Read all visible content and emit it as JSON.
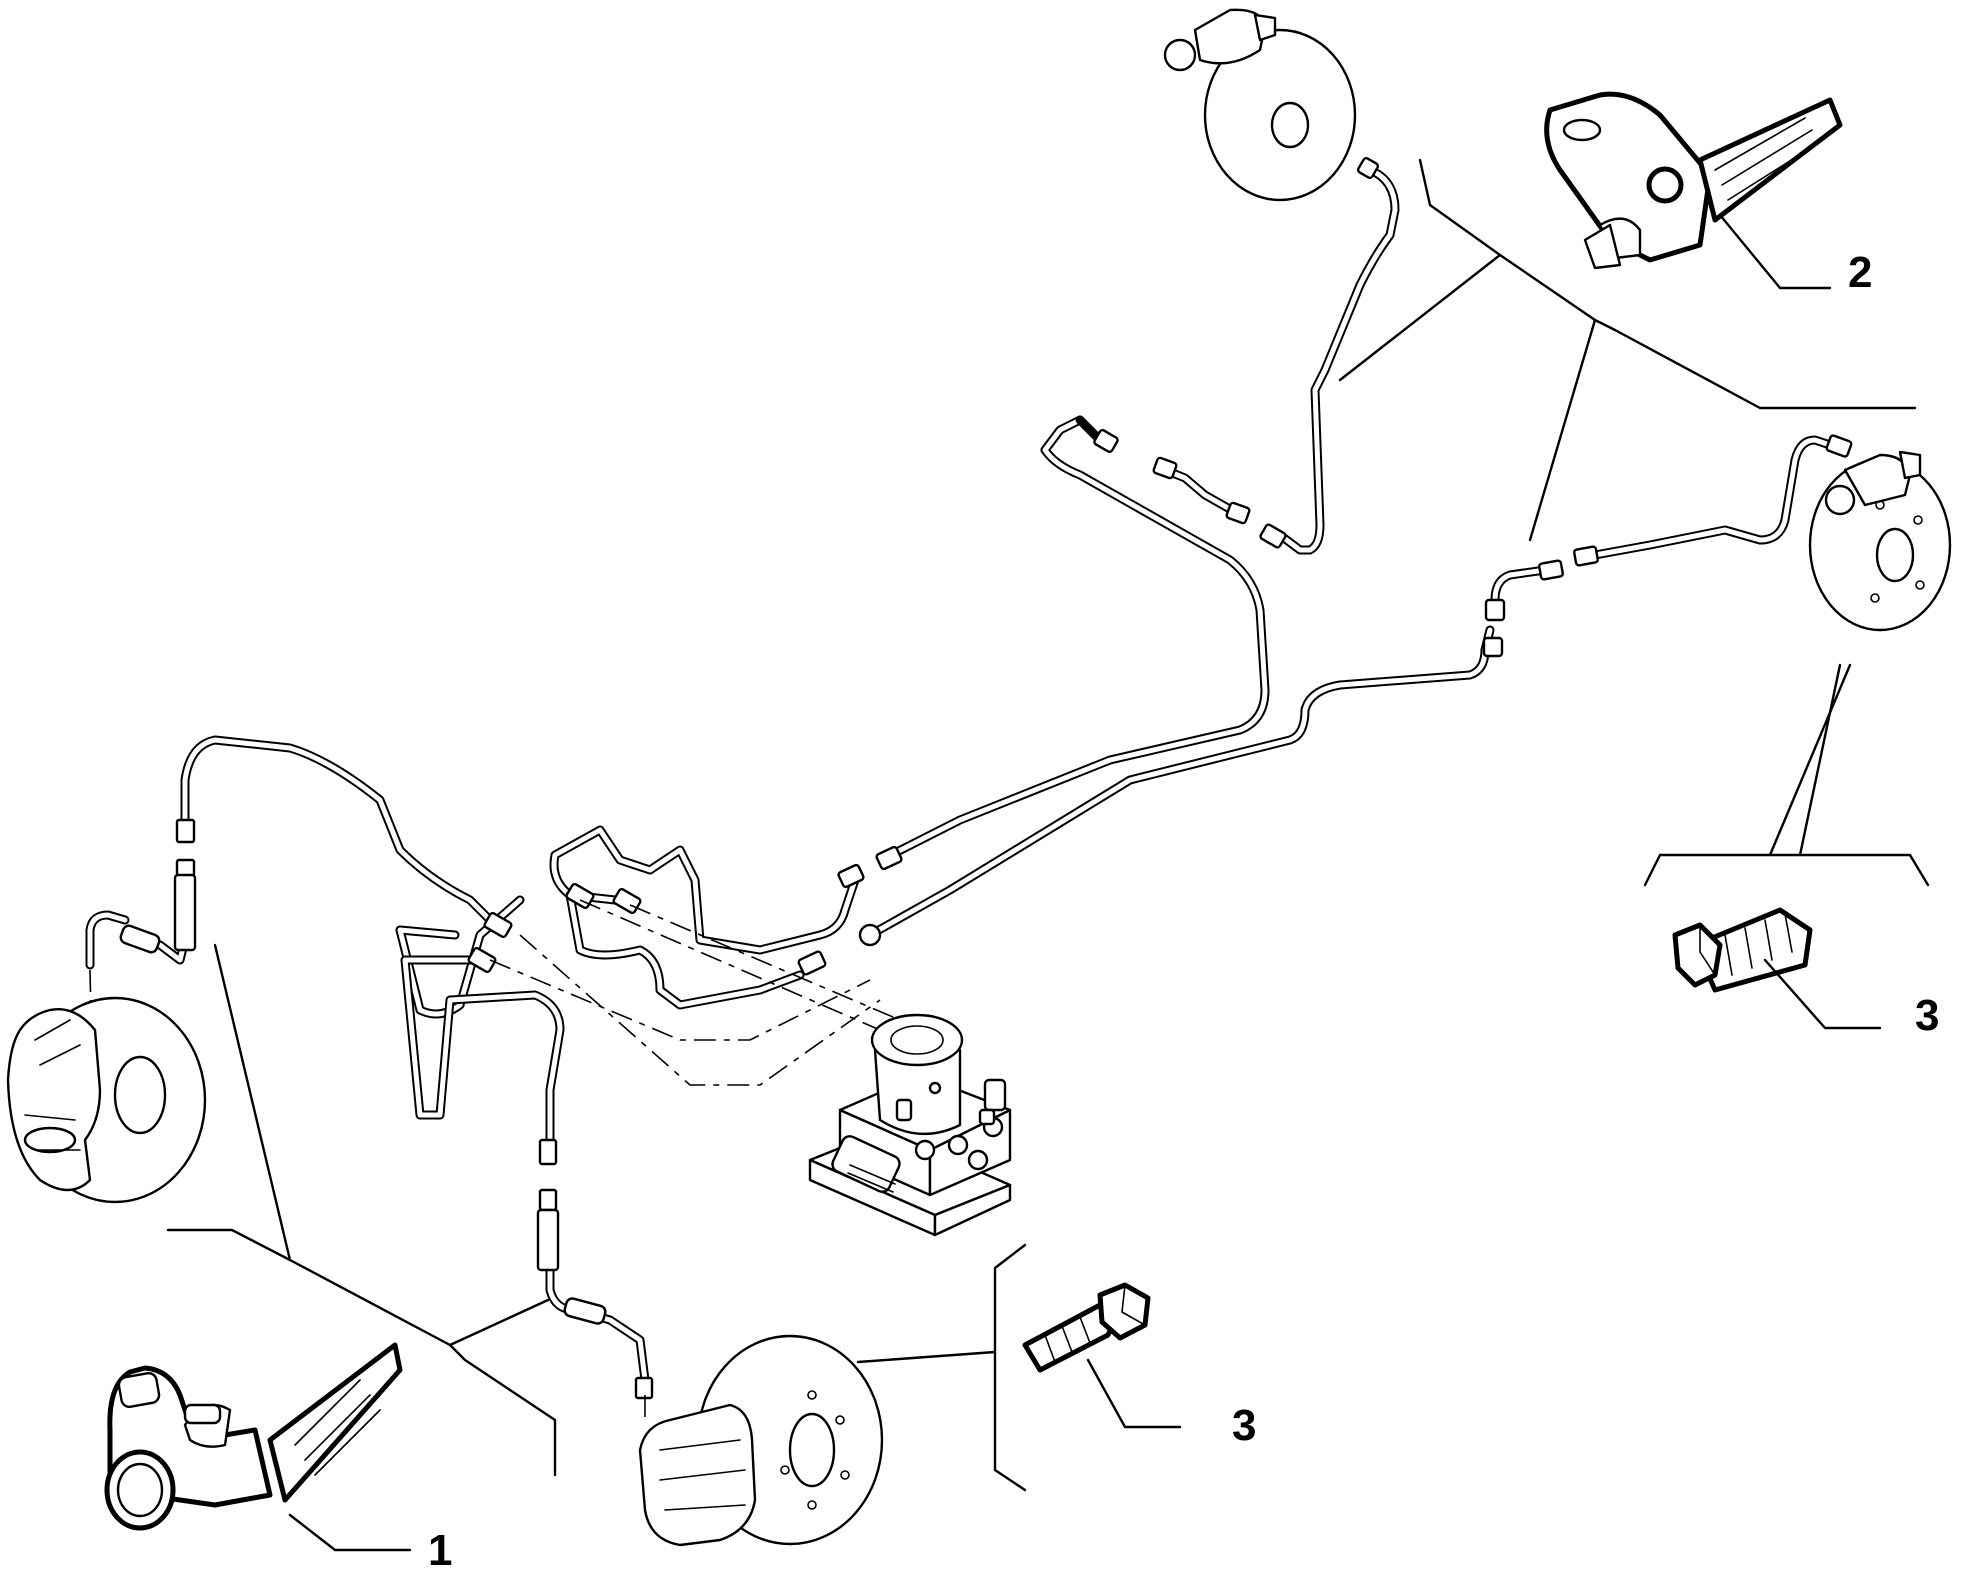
{
  "callouts": [
    {
      "id": "sensor-front",
      "label": "1"
    },
    {
      "id": "sensor-rear",
      "label": "2"
    },
    {
      "id": "bolt-rear",
      "label": "3"
    },
    {
      "id": "bolt-front",
      "label": "3"
    }
  ],
  "colors": {
    "line": "#000000",
    "background": "#ffffff"
  }
}
